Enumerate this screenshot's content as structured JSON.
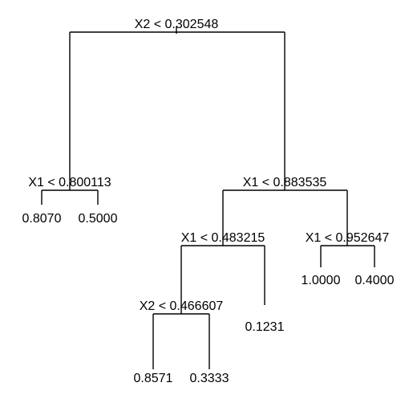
{
  "tree": {
    "root": {
      "label": "X2 < 0.302548"
    },
    "left": {
      "split_label": "X1 < 0.800113",
      "leaf_left": "0.8070",
      "leaf_right": "0.5000"
    },
    "right": {
      "split_label": "X1 < 0.883535",
      "left": {
        "split_label": "X1 < 0.483215",
        "left": {
          "split_label": "X2 < 0.466607",
          "leaf_left": "0.8571",
          "leaf_right": "0.3333"
        },
        "leaf_right": "0.1231"
      },
      "right": {
        "split_label": "X1 < 0.952647",
        "leaf_left": "1.0000",
        "leaf_right": "0.4000"
      }
    }
  },
  "colors": {
    "background": "#ffffff",
    "ink": "#000000"
  }
}
